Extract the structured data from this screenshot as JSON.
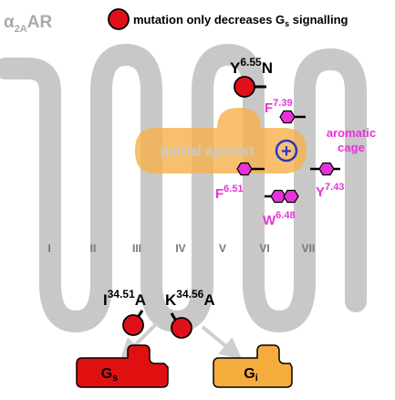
{
  "title": {
    "main": "α",
    "sub": "2A",
    "tail": "AR"
  },
  "legend": {
    "text_before": "mutation only decreases G",
    "text_sub": "s",
    "text_after": " signalling",
    "marker_color": "#e0101a"
  },
  "helices": [
    "I",
    "II",
    "III",
    "IV",
    "V",
    "VI",
    "VII"
  ],
  "ligand": {
    "label": "partial agonist",
    "charge": "+"
  },
  "residues": {
    "y655": {
      "base": "Y",
      "sup": "6.55",
      "tail": "N"
    },
    "f739": {
      "base": "F",
      "sup": "7.39"
    },
    "f651": {
      "base": "F",
      "sup": "6.51"
    },
    "y743": {
      "base": "Y",
      "sup": "7.43"
    },
    "w648": {
      "base": "W",
      "sup": "6.48"
    },
    "i3451": {
      "base": "I",
      "sup": "34.51",
      "tail": "A"
    },
    "k3456": {
      "base": "K",
      "sup": "34.56",
      "tail": "A"
    }
  },
  "aromatic_cage": {
    "line1": "aromatic",
    "line2": "cage"
  },
  "g_proteins": {
    "gs": {
      "base": "G",
      "sub": "s"
    },
    "gi": {
      "base": "G",
      "sub": "i"
    }
  },
  "colors": {
    "membrane": "#c8c8c8",
    "mutation": "#e0101a",
    "ligand": "#f7b24e",
    "charge": "#2a36c8",
    "aromatic": "#e633d8",
    "gs": "#e01010",
    "gi": "#f5ac3c",
    "arrow": "#cfcfcf",
    "title": "#a9a9a9"
  }
}
